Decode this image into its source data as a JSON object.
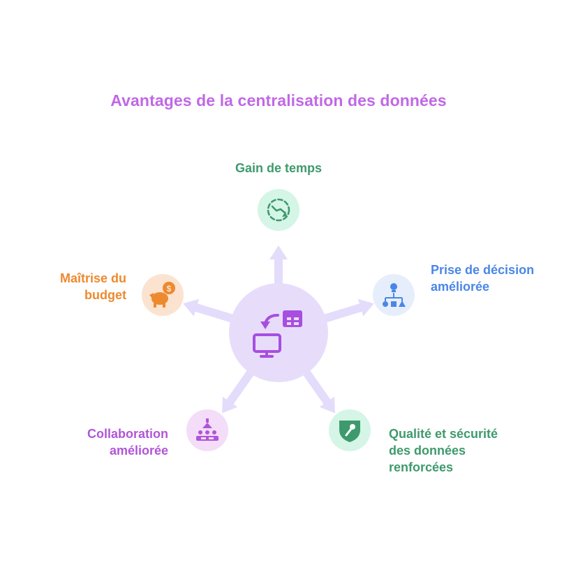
{
  "title": "Avantages de la centralisation des données",
  "colors": {
    "title": "#c168e6",
    "hub_fill": "#e7ddfb",
    "hub_icon": "#a84ee0",
    "arrow": "#e3dcfb",
    "time": "#3e9a6d",
    "decision": "#4a86e8",
    "quality": "#3e9a6d",
    "collab": "#b155d8",
    "budget": "#ed8a2f"
  },
  "hub": {
    "icon": "data-sync-icon"
  },
  "nodes": {
    "time": {
      "label": "Gain de temps",
      "icon": "clock-refresh-icon",
      "bg": "#d5f5e6"
    },
    "decision": {
      "label_lines": [
        "Prise de décision",
        "améliorée"
      ],
      "icon": "hierarchy-icon",
      "bg": "#e6eefb"
    },
    "quality": {
      "label_lines": [
        "Qualité et sécurité",
        "des données",
        "renforcées"
      ],
      "icon": "shield-icon",
      "bg": "#d5f5e6"
    },
    "collab": {
      "label_lines": [
        "Collaboration",
        "améliorée"
      ],
      "icon": "team-meeting-icon",
      "bg": "#f3ddf8"
    },
    "budget": {
      "label_lines": [
        "Maîtrise du",
        "budget"
      ],
      "icon": "piggy-bank-icon",
      "bg": "#fbe3d0"
    }
  }
}
